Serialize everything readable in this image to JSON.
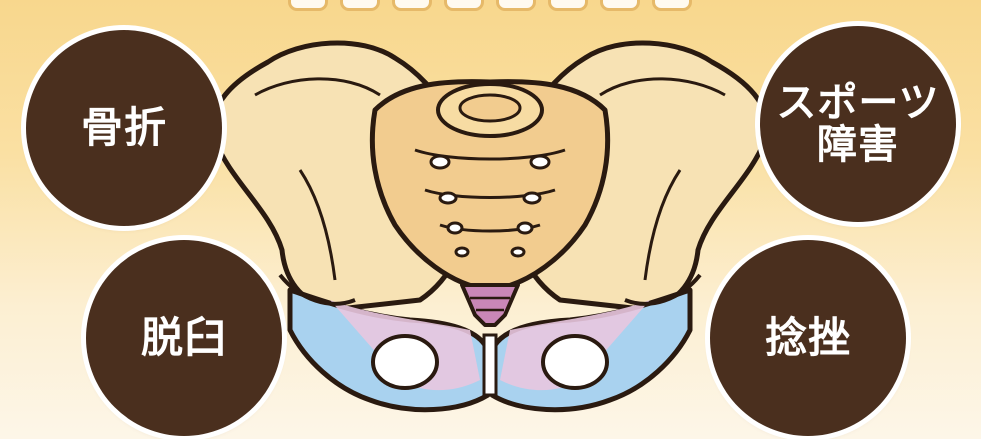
{
  "badges": {
    "fracture": "骨折",
    "sports_line1": "スポーツ",
    "sports_line2": "障害",
    "dislocation": "脱臼",
    "sprain": "捻挫"
  },
  "colors": {
    "badge_fill": "#4a2f1e",
    "bone_fill": "#f7e2b4",
    "sacrum_fill": "#f2cc8f",
    "pubis_blue": "#a9d2ef",
    "pubis_pink": "#e8c7df",
    "coccyx": "#c987b7"
  },
  "icons": [
    "pelvis-illustration"
  ]
}
